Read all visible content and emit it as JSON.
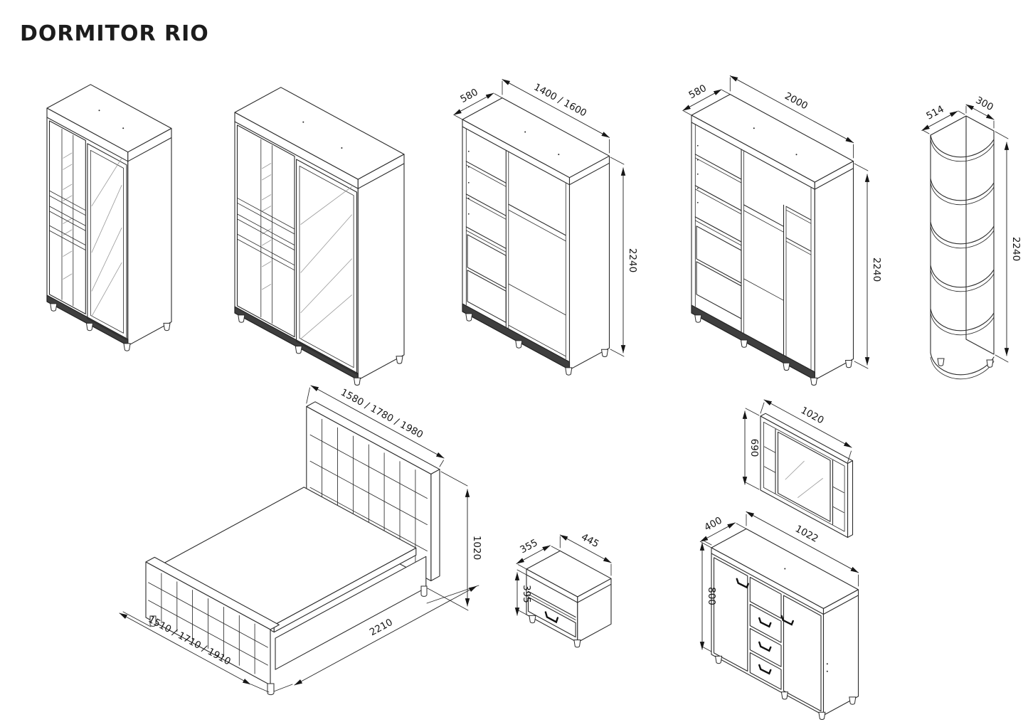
{
  "title": "DORMITOR RIO",
  "colors": {
    "line": "#2b2b2b",
    "text": "#161616",
    "background": "#ffffff"
  },
  "furniture": {
    "wardrobe_open_small": {
      "depth": "580",
      "width": "1400 / 1600",
      "height": "2240"
    },
    "wardrobe_open_large": {
      "depth": "580",
      "width": "2000",
      "height": "2240"
    },
    "corner_shelf": {
      "depth": "514",
      "width": "300",
      "height": "2240"
    },
    "bed": {
      "headboard_width": "1580 / 1780 / 1980",
      "height": "1020",
      "length": "2210",
      "base_width": "1510 / 1710 / 1910"
    },
    "nightstand": {
      "depth": "355",
      "width": "445",
      "height": "395"
    },
    "mirror": {
      "width": "1020",
      "height": "690"
    },
    "dresser": {
      "depth": "400",
      "width": "1022",
      "height": "800"
    }
  }
}
